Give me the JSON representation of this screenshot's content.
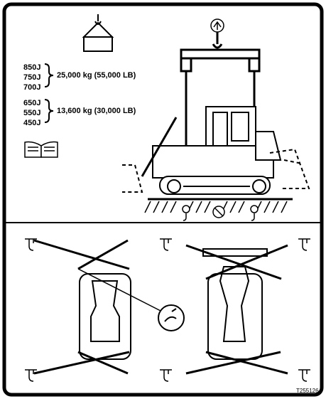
{
  "models_group_1": [
    "850J",
    "750J",
    "700J"
  ],
  "capacity_1": "25,000 kg (55,000 LB)",
  "models_group_2": [
    "650J",
    "550J",
    "450J"
  ],
  "capacity_2": "13,600 kg (30,000 LB)",
  "part_number": "T255126",
  "colors": {
    "ink": "#000000",
    "paper": "#ffffff",
    "ground_hatch": "#000000"
  },
  "icons": [
    "lift-hook-icon",
    "manual-book-icon",
    "lift-point-symbol-icon",
    "tiedown-anchor-icon",
    "no-symbol-icon"
  ]
}
